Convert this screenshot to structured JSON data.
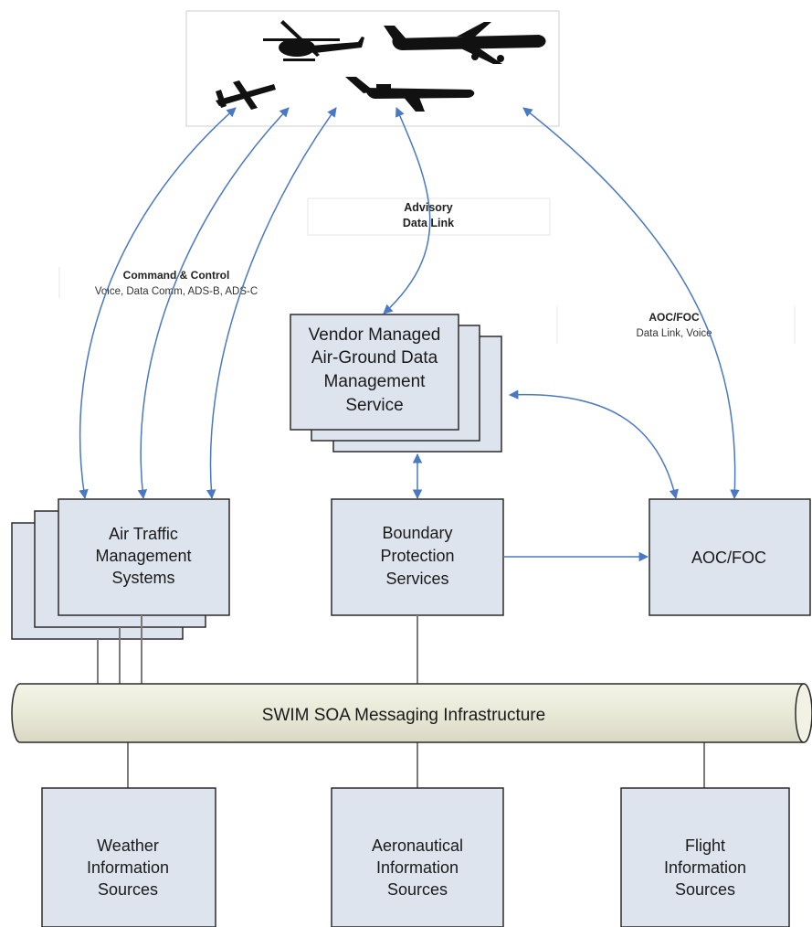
{
  "colors": {
    "box_fill": "#dde4ee",
    "box_stroke": "#2b2b2b",
    "arrow": "#4a78c2",
    "connector": "#7a7a7a",
    "bus_fill": "#eeeee0"
  },
  "aircraft_panel": {
    "icons": [
      "helicopter-icon",
      "airliner-icon",
      "small-plane-icon",
      "business-jet-icon"
    ]
  },
  "labels": {
    "advisory": [
      "Advisory",
      "Data Link"
    ],
    "command_control": {
      "title": "Command & Control",
      "subtitle": "Voice, Data Comm, ADS-B, ADS-C"
    },
    "aoc_foc": {
      "title": "AOC/FOC",
      "subtitle": "Data Link, Voice"
    }
  },
  "boxes": {
    "vendor_managed": [
      "Vendor Managed",
      "Air-Ground Data",
      "Management",
      "Service"
    ],
    "atm_systems": [
      "Air Traffic",
      "Management",
      "Systems"
    ],
    "boundary_protection": [
      "Boundary",
      "Protection",
      "Services"
    ],
    "aoc_foc": [
      "AOC/FOC"
    ],
    "weather": [
      "Weather",
      "Information",
      "Sources"
    ],
    "aeronautical": [
      "Aeronautical",
      "Information",
      "Sources"
    ],
    "flight": [
      "Flight",
      "Information",
      "Sources"
    ]
  },
  "bus": {
    "label": "SWIM SOA Messaging Infrastructure"
  }
}
